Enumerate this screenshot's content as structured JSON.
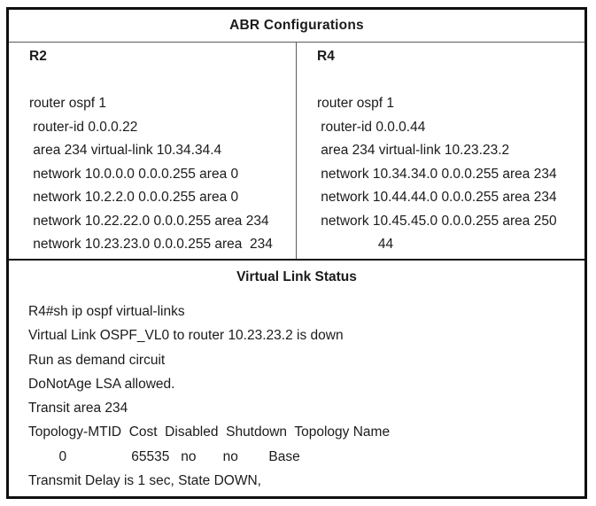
{
  "header": {
    "title": "ABR Configurations"
  },
  "config": {
    "r2": {
      "heading": "R2",
      "lines": [
        "router ospf 1",
        " router-id 0.0.0.22",
        " area 234 virtual-link 10.34.34.4",
        " network 10.0.0.0 0.0.0.255 area 0",
        " network 10.2.2.0 0.0.0.255 area 0",
        " network 10.22.22.0 0.0.0.255 area 234",
        " network 10.23.23.0 0.0.0.255 area  234"
      ]
    },
    "r4": {
      "heading": "R4",
      "lines": [
        "router ospf 1",
        " router-id 0.0.0.44",
        " area 234 virtual-link 10.23.23.2",
        " network 10.34.34.0 0.0.0.255 area 234",
        " network 10.44.44.0 0.0.0.255 area 234",
        " network 10.45.45.0 0.0.0.255 area 250",
        "                44"
      ]
    }
  },
  "virtual_link_status": {
    "title": "Virtual Link Status",
    "lines": [
      "R4#sh ip ospf virtual-links",
      "Virtual Link OSPF_VL0 to router 10.23.23.2 is down",
      "Run as demand circuit",
      "DoNotAge LSA allowed.",
      "Transit area 234",
      "Topology-MTID  Cost  Disabled  Shutdown  Topology Name",
      "        0                 65535   no       no        Base",
      "Transmit Delay is 1 sec, State DOWN,"
    ]
  }
}
